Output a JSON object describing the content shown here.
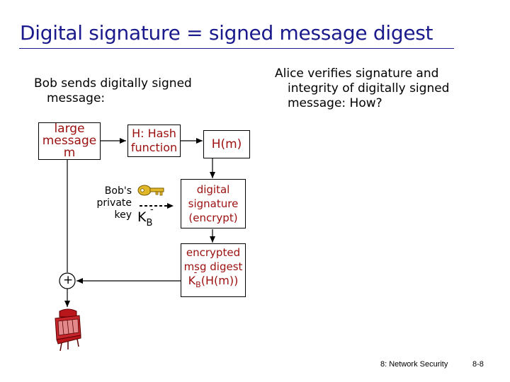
{
  "slide": {
    "title": "Digital signature = signed message digest",
    "bob_intro": {
      "line1": "Bob sends digitally signed",
      "line2": "message:"
    },
    "alice_intro": {
      "line1": "Alice verifies signature and",
      "line2": "integrity of digitally signed",
      "line3": "message: How?"
    }
  },
  "diagram": {
    "message_box": {
      "line1": "large",
      "line2": "message",
      "line3": "m"
    },
    "hash_box": {
      "line1": "H: Hash",
      "line2": "function"
    },
    "hm_box": {
      "label": "H(m)"
    },
    "signature_box": {
      "line1": "digital",
      "line2": "signature",
      "line3": "(encrypt)"
    },
    "key_label": {
      "line1": "Bob's",
      "line2": "private",
      "line3": "key"
    },
    "key_symbol": {
      "base": "K",
      "sub": "B",
      "sup": "-"
    },
    "digest_box": {
      "line1": "encrypted",
      "line2": "msg digest",
      "k": "K",
      "sub": "B",
      "sup": "-",
      "rest": "(H(m))"
    },
    "plus": {
      "symbol": "+"
    }
  },
  "footer": {
    "course": "8: Network Security",
    "page": "8-8"
  }
}
